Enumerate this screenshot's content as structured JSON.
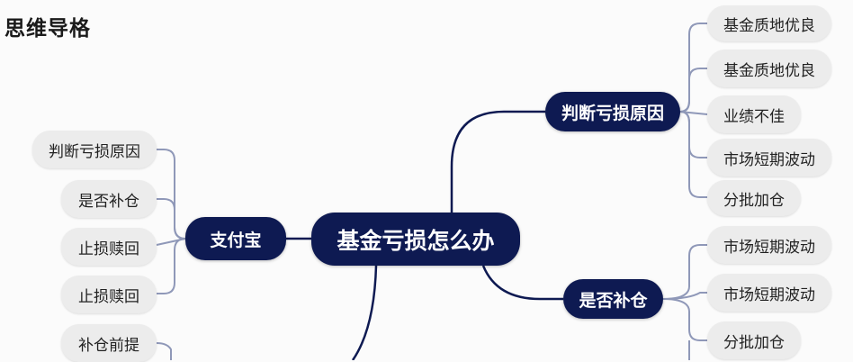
{
  "title": "思维导格",
  "colors": {
    "dark_node": "#0e1a52",
    "light_node": "#ececec",
    "main_link": "#0e1a52",
    "sub_link": "#8f98b8",
    "background": "#fbfbfb"
  },
  "root": {
    "label": "基金亏损怎么办"
  },
  "branches": {
    "alipay": {
      "label": "支付宝",
      "children": [
        "判断亏损原因",
        "是否补仓",
        "止损赎回",
        "止损赎回"
      ]
    },
    "judge": {
      "label": "判断亏损原因",
      "children": [
        "基金质地优良",
        "基金质地优良",
        "业绩不佳",
        "市场短期波动",
        "分批加仓"
      ]
    },
    "replenish": {
      "label": "是否补仓",
      "children": [
        "市场短期波动",
        "市场短期波动",
        "分批加仓"
      ]
    },
    "bottom_left": {
      "children": [
        "补仓前提"
      ]
    }
  }
}
